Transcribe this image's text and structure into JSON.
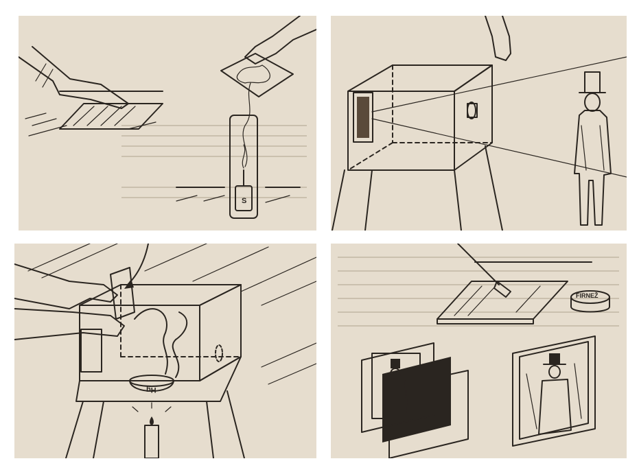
{
  "panels": [
    {
      "id": "panel-1"
    },
    {
      "id": "panel-2"
    },
    {
      "id": "panel-3"
    },
    {
      "id": "panel-4"
    }
  ],
  "labels": {
    "bottle_letter": "S",
    "dish_label": "Hg",
    "jar_label": "FIRNEŽ"
  },
  "colors": {
    "paper": "#e6ddce",
    "ink": "#2a2520",
    "border": "#ffffff"
  }
}
